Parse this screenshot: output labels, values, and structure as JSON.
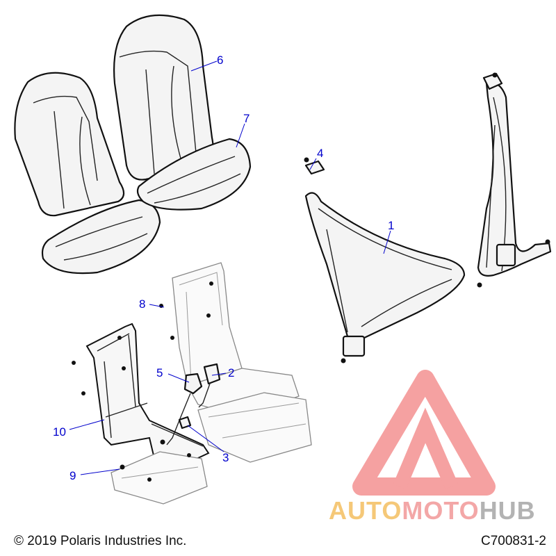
{
  "diagram": {
    "callouts": [
      {
        "id": "1",
        "label": "1"
      },
      {
        "id": "2",
        "label": "2"
      },
      {
        "id": "3",
        "label": "3"
      },
      {
        "id": "4",
        "label": "4"
      },
      {
        "id": "5",
        "label": "5"
      },
      {
        "id": "6",
        "label": "6"
      },
      {
        "id": "7",
        "label": "7"
      },
      {
        "id": "8",
        "label": "8"
      },
      {
        "id": "9",
        "label": "9"
      },
      {
        "id": "10",
        "label": "10"
      }
    ]
  },
  "watermark": {
    "part1": "AUTO",
    "part2": "MOTO",
    "part3": "HUB",
    "colors": {
      "auto": "#f2b64b",
      "moto": "#f08a8a",
      "hub": "#9a9a9a"
    }
  },
  "footer": {
    "copyright": "© 2019 Polaris Industries Inc.",
    "drawing_number": "C700831-2"
  },
  "colors": {
    "callout": "#0000cc",
    "line": "#111111"
  }
}
